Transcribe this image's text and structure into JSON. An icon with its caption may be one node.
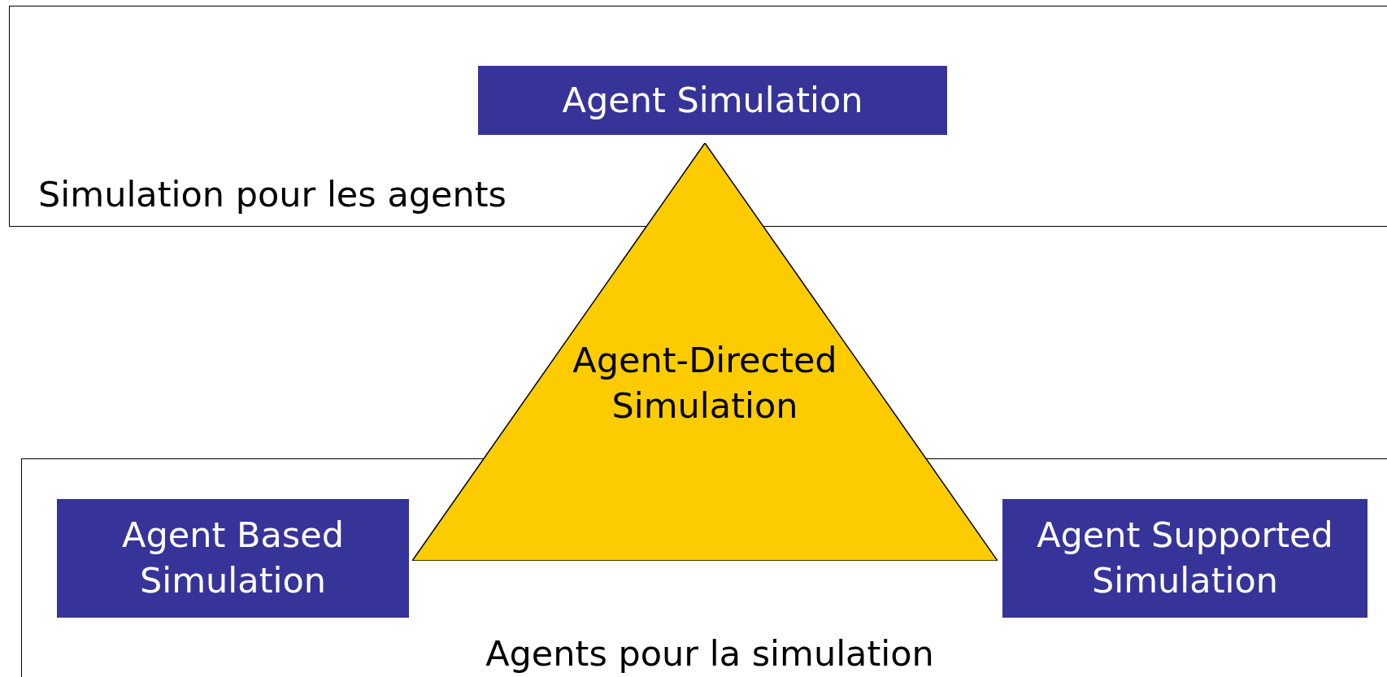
{
  "diagram": {
    "nodes": [
      {
        "text": [
          "Simulation pour les agents"
        ]
      },
      {
        "text": [
          "Agent Simulation"
        ],
        "in": 0
      },
      {
        "text": [
          "Agent-Directed Simulation"
        ]
      },
      {
        "text": [
          "Agents pour la simulation"
        ]
      },
      {
        "text": [
          "Agent Based Simulation"
        ],
        "in": 3
      },
      {
        "text": [
          "Agent Supported Simulation"
        ],
        "in": 3
      }
    ]
  }
}
